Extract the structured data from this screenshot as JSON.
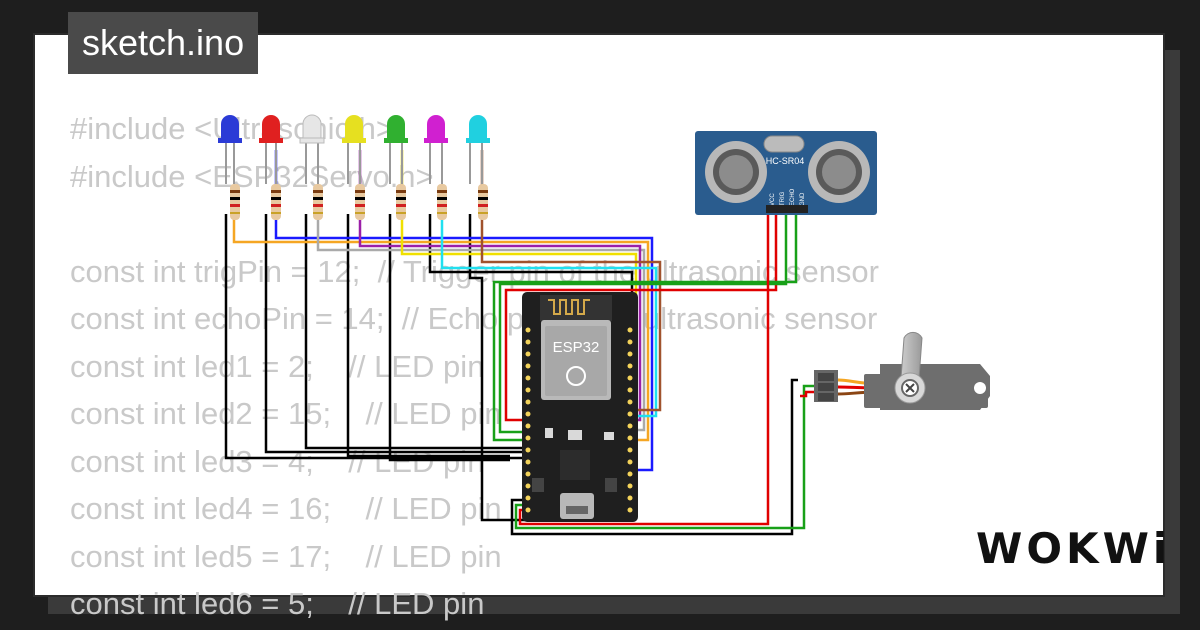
{
  "title": "sketch.ino",
  "brand": "WOKWi",
  "code_lines": [
    "#include <Ultrasonic.h>",
    "#include <ESP32Servo.h>",
    "",
    "const int trigPin = 12;  // Trigger pin of the ultrasonic sensor",
    "const int echoPin = 14;  // Echo pin of the ultrasonic sensor",
    "const int led1 = 2;    // LED pin",
    "const int led2 = 15;    // LED pin",
    "const int led3 = 4;    // LED pin",
    "const int led4 = 16;    // LED pin",
    "const int led5 = 17;    // LED pin",
    "const int led6 = 5;    // LED pin"
  ],
  "components": {
    "esp32_label": "ESP32",
    "sensor_label": "HC-SR04",
    "sensor_pins": [
      "VCC",
      "TRIG",
      "ECHO",
      "GND"
    ]
  },
  "led_colors": [
    "#2b3bd6",
    "#e02020",
    "#dddddd",
    "#e6e020",
    "#30b030",
    "#d020d0",
    "#20d0e0"
  ],
  "wire_colors": {
    "orange": "#f5a623",
    "blue": "#1a1aff",
    "gray": "#aaaaaa",
    "purple": "#9b1fa8",
    "yellow": "#f0e000",
    "cyan": "#20e0f0",
    "brown": "#a0522d",
    "red": "#e00000",
    "green": "#18a018",
    "black": "#000000"
  }
}
